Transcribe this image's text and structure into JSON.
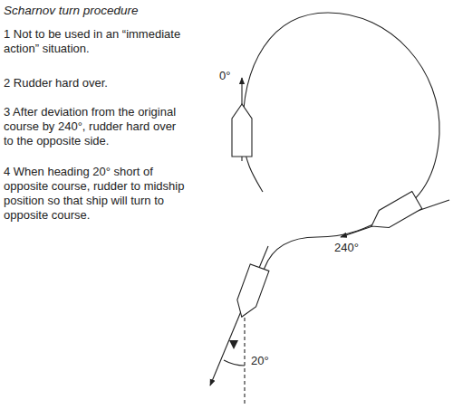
{
  "diagram": {
    "title": "Scharnov turn procedure",
    "labels": [
      "1 Not to be used in an “immediate action” situation.",
      "2 Rudder hard over.",
      "3 After deviation from the original course by 240°, rudder hard over to the opposite side.",
      "4 When heading 20° short of opposite course, rudder to midship position so that ship will turn to opposite course.",
      "0°",
      "240°",
      "20°"
    ]
  }
}
